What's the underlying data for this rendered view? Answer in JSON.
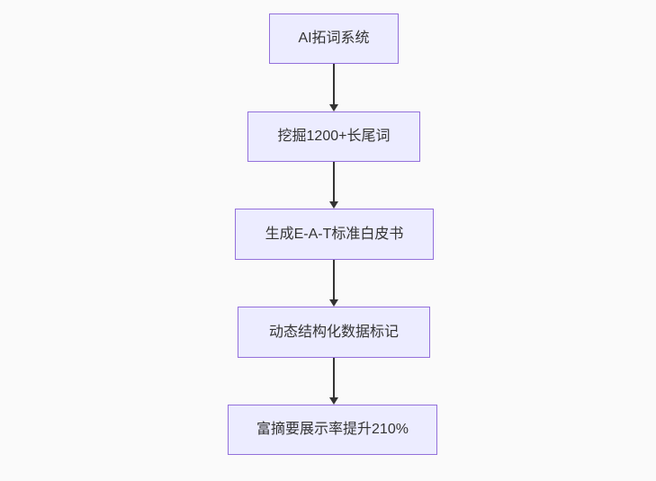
{
  "theme": {
    "page_bg": "#fafafa",
    "node_fill": "#ECECFF",
    "node_border": "#9370DB",
    "edge_color": "#333333",
    "text_color": "#333333"
  },
  "flowchart": {
    "type": "flowchart",
    "direction": "top-down",
    "nodes": [
      {
        "label": "AI拓词系统"
      },
      {
        "label": "挖掘1200+长尾词"
      },
      {
        "label": "生成E-A-T标准白皮书"
      },
      {
        "label": "动态结构化数据标记"
      },
      {
        "label": "富摘要展示率提升210%"
      }
    ],
    "edges": [
      {
        "from": 0,
        "to": 1
      },
      {
        "from": 1,
        "to": 2
      },
      {
        "from": 2,
        "to": 3
      },
      {
        "from": 3,
        "to": 4
      }
    ]
  }
}
